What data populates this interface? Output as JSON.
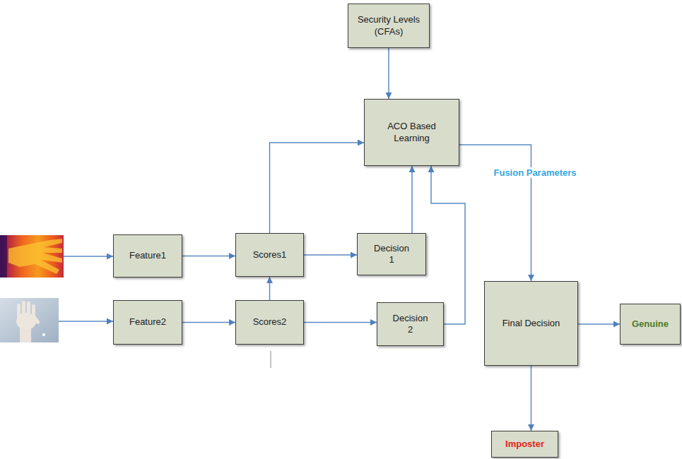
{
  "diagram": {
    "nodes": [
      {
        "text": [
          "Security Levels (CFAs)"
        ]
      },
      {
        "text": [
          "ACO Based Learning"
        ]
      },
      {
        "text": [
          "Feature1"
        ]
      },
      {
        "text": [
          "Scores1"
        ]
      },
      {
        "text": [
          "Decision 1"
        ]
      },
      {
        "text": [
          "Feature2"
        ]
      },
      {
        "text": [
          "Scores2"
        ]
      },
      {
        "text": [
          "Decision 2"
        ]
      },
      {
        "text": [
          "Final Decision"
        ]
      },
      {
        "text": [
          "Genuine"
        ]
      },
      {
        "text": [
          "Imposter"
        ]
      }
    ],
    "edges": [
      {
        "from": 0,
        "to": 1,
        "arrow": "to"
      },
      {
        "from": 3,
        "to": 1,
        "arrow": "to"
      },
      {
        "from": 4,
        "to": 1,
        "arrow": "to"
      },
      {
        "from": 7,
        "to": 1,
        "arrow": "to"
      },
      {
        "from": 2,
        "to": 3,
        "arrow": "to"
      },
      {
        "from": 3,
        "to": 4,
        "arrow": "to"
      },
      {
        "from": 5,
        "to": 6,
        "arrow": "to"
      },
      {
        "from": 6,
        "to": 7,
        "arrow": "to"
      },
      {
        "from": 6,
        "to": 3,
        "arrow": "to"
      },
      {
        "from": 1,
        "to": 8,
        "label": "Fusion Parameters",
        "arrow": "to"
      },
      {
        "from": 8,
        "to": 9,
        "arrow": "to"
      },
      {
        "from": 8,
        "to": 10,
        "arrow": "to"
      }
    ]
  }
}
